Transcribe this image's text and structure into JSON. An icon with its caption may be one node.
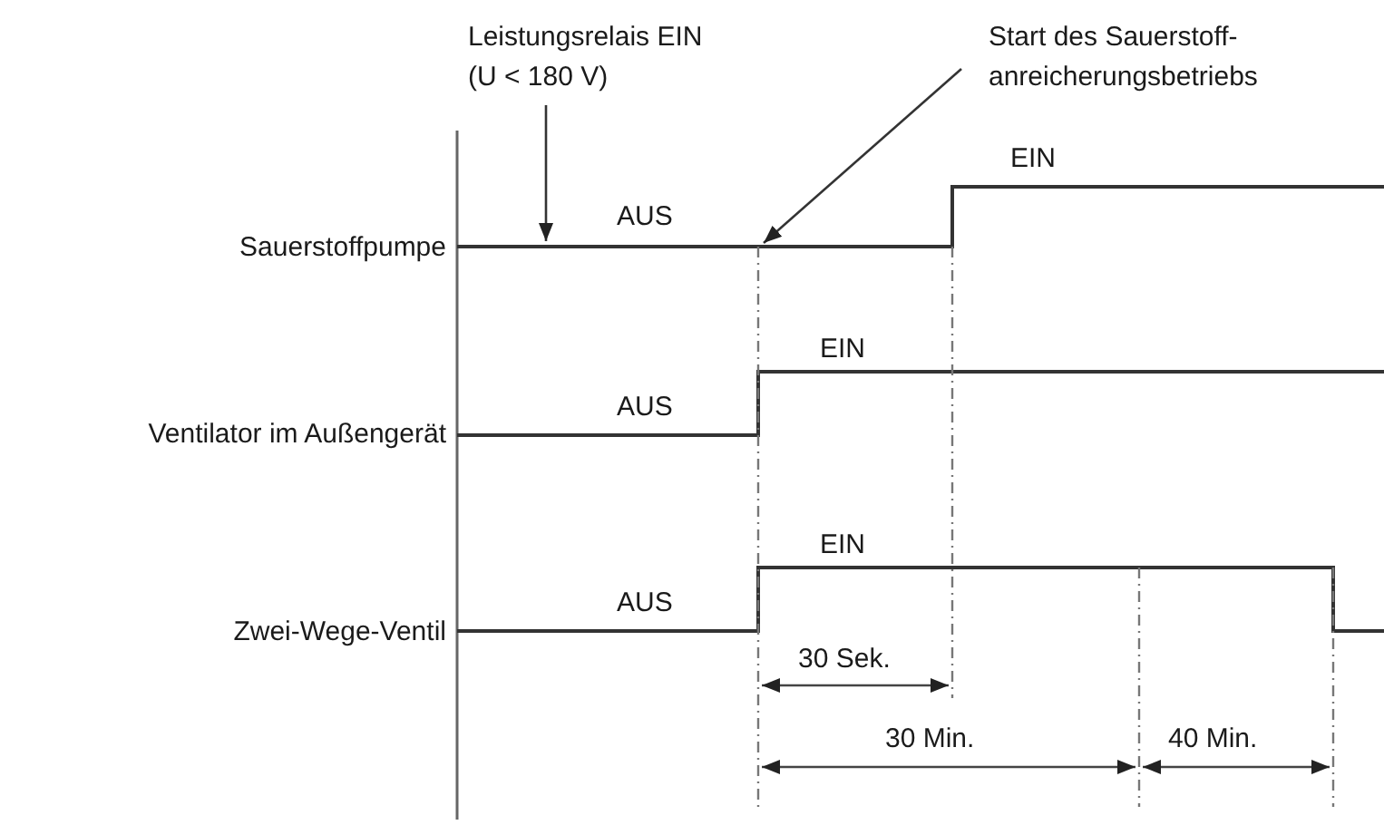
{
  "diagram": {
    "nodes": [
      {
        "text": [
          "Leistungsrelais EIN (U < 180 V)"
        ]
      },
      {
        "text": [
          "Start des Sauerstoff-anreicherungsbetriebs"
        ]
      }
    ],
    "edges": [
      {
        "from": 0,
        "to": null,
        "arrow": "to"
      },
      {
        "from": 1,
        "to": null,
        "arrow": "to"
      }
    ],
    "labels": [
      "EIN",
      "AUS",
      "Sauerstoffpumpe",
      "EIN",
      "AUS",
      "Ventilator im Außengerät",
      "EIN",
      "AUS",
      "Zwei-Wege-Ventil",
      "30 Sek.",
      "30 Min.",
      "40 Min."
    ]
  }
}
